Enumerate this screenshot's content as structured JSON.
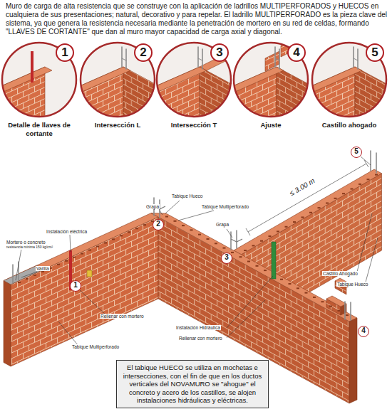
{
  "diagram": {
    "nodes": [
      {
        "text": [
          "El tabique HUECO se utiliza en mochetas e intersecciones, con el fin de que en los ductos verticales del NOVAMURO se \"ahogue\" el concreto y acero de los castillos, se alojen instalaciones hidráulicas y eléctricas."
        ]
      }
    ],
    "labels": [
      "Muro de carga de alta resistencia que se construye con la aplicación de ladrillos MULTIPERFORADOS y HUECOS en cualquiera de sus presentaciones; natural, decorativo y para repelar. El ladrillo MULTIPERFORADO  es la pieza clave del sistema, ya que genera la resistencia necesaria mediante la penetración de mortero en su red de celdas, formando \"LLAVES DE CORTANTE\" que dan al muro mayor capacidad de carga axial y diagonal.",
      "1",
      "Detalle de llaves de cortante",
      "2",
      "Intersección L",
      "3",
      "Intersección T",
      "4",
      "Ajuste",
      "5",
      "Castillo ahogado",
      "5",
      "≤ 3.00 m",
      "Grapa",
      "Tabique Hueco",
      "Tabique Multiperforado",
      "2",
      "Grapa",
      "Instalación eléctrica",
      "Mortero o concreto",
      "resistencia mínima 150 kg/cm²",
      "Varilla",
      "1",
      "3",
      "Castillo Ahogado",
      "Tabique Hueco",
      "Rellenar con mortero",
      "Instalación Hidráulica",
      "Rellenar con mortero",
      "Tabique Multiperforado",
      "4"
    ]
  }
}
